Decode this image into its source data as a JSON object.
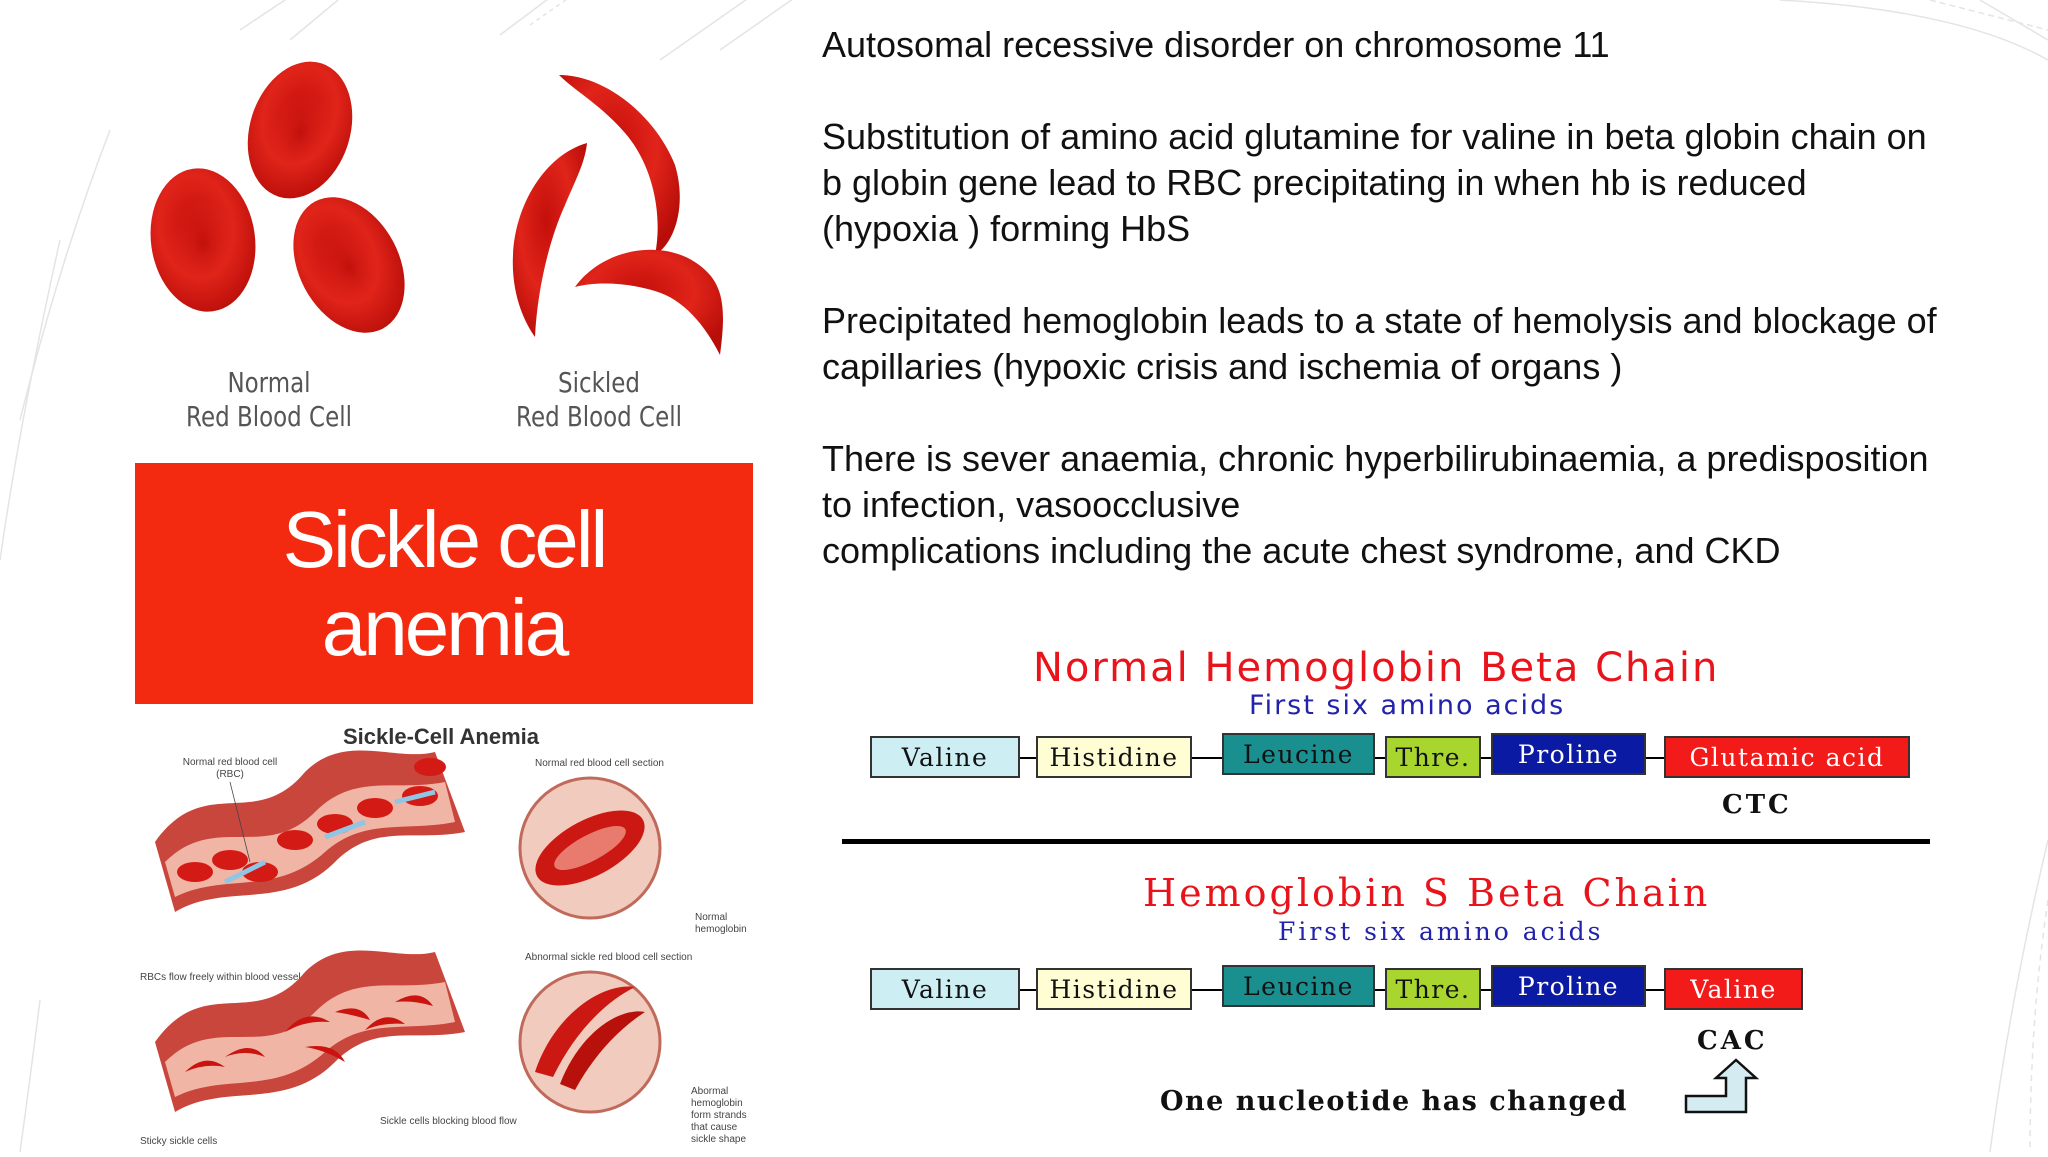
{
  "title": {
    "line1": "Sickle cell",
    "line2": "anemia",
    "background_color": "#f42a10"
  },
  "rbc_figure": {
    "normal_caption": [
      "Normal",
      "Red Blood Cell"
    ],
    "sickled_caption": [
      "Sickled",
      "Red Blood Cell"
    ],
    "cell_color": "#d71d13"
  },
  "diagram_figure": {
    "title": "Sickle-Cell Anemia",
    "labels": {
      "normal_rbc": [
        "Normal red blood cell",
        "(RBC)"
      ],
      "normal_section": "Normal red blood cell section",
      "normal_hemoglobin": [
        "Normal",
        "hemoglobin"
      ],
      "flow_freely": "RBCs flow freely within blood vessel",
      "abnormal_section": "Abnormal sickle red blood cell section",
      "abnormal_hemoglobin": [
        "Abormal",
        "hemoglobin",
        "form strands",
        "that cause",
        "sickle shape"
      ],
      "blocking": "Sickle cells blocking blood flow",
      "sticky": "Sticky sickle cells"
    }
  },
  "content": {
    "paragraphs": [
      [
        "Autosomal recessive disorder on chromosome 11"
      ],
      [
        "Substitution of amino acid glutamine for valine in beta globin chain on",
        "b globin gene lead to RBC precipitating in when hb is reduced",
        "(hypoxia ) forming HbS"
      ],
      [
        "Precipitated hemoglobin leads to a state of hemolysis and blockage of",
        "capillaries (hypoxic crisis and ischemia of organs )"
      ],
      [
        "There is sever anaemia, chronic hyperbilirubinaemia, a predisposition",
        "to infection, vasoocclusive",
        "complications including the acute chest syndrome, and CKD"
      ]
    ]
  },
  "normal_chain": {
    "title": "Normal Hemoglobin Beta Chain",
    "subtitle": "First six amino acids",
    "amino_acids": [
      {
        "label": "Valine",
        "color": "#cdeef2",
        "text_color": "#111111"
      },
      {
        "label": "Histidine",
        "color": "#fffdd4",
        "text_color": "#111111"
      },
      {
        "label": "Leucine",
        "color": "#1a8f8f",
        "text_color": "#111111"
      },
      {
        "label": "Thre.",
        "color": "#a9d62e",
        "text_color": "#111111"
      },
      {
        "label": "Proline",
        "color": "#0b1aa2",
        "text_color": "#ffffff"
      },
      {
        "label": "Glutamic acid",
        "color": "#f31a1a",
        "text_color": "#ffffff"
      }
    ],
    "codon": "CTC"
  },
  "sickle_chain": {
    "title": "Hemoglobin S Beta Chain",
    "subtitle": "First six amino acids",
    "amino_acids": [
      {
        "label": "Valine",
        "color": "#cdeef2",
        "text_color": "#111111"
      },
      {
        "label": "Histidine",
        "color": "#fffdd4",
        "text_color": "#111111"
      },
      {
        "label": "Leucine",
        "color": "#1a8f8f",
        "text_color": "#111111"
      },
      {
        "label": "Thre.",
        "color": "#a9d62e",
        "text_color": "#111111"
      },
      {
        "label": "Proline",
        "color": "#0b1aa2",
        "text_color": "#ffffff"
      },
      {
        "label": "Valine",
        "color": "#f31a1a",
        "text_color": "#ffffff"
      }
    ],
    "codon": "CAC"
  },
  "note": "One nucleotide has changed",
  "arrow_icon": "bent-up-arrow-icon"
}
